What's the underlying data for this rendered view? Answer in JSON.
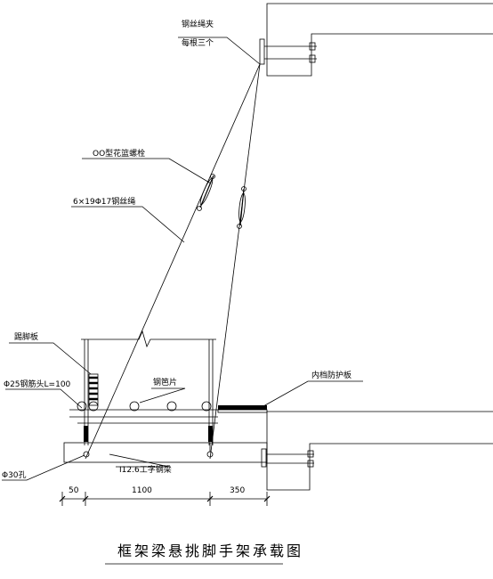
{
  "labels": {
    "clip_line1": "钢丝绳夹",
    "clip_line2": "每根三个",
    "turnbuckle": "OO型花篮螺栓",
    "wire_rope": "6×19Φ17钢丝绳",
    "toe_board": "踢脚板",
    "steel_bar": "Φ25钢筋头L=100",
    "plank": "钢笆片",
    "inner_guard": "内档防护板",
    "hole": "Φ30孔",
    "i_beam": "I12.6工字钢梁"
  },
  "dimensions": [
    "50",
    "1100",
    "350"
  ],
  "title": "框架梁悬挑脚手架承载图"
}
